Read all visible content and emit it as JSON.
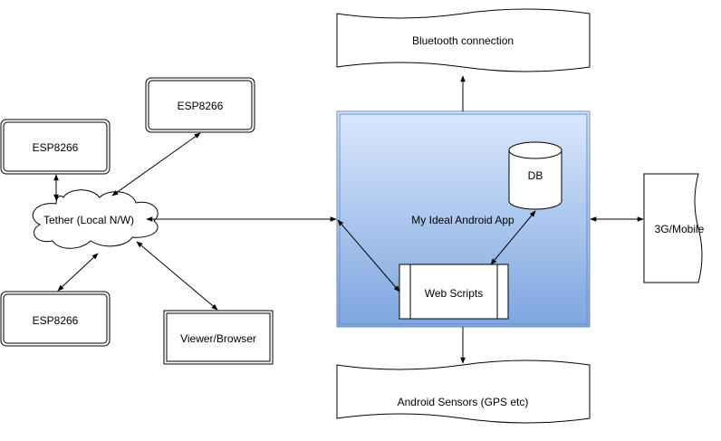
{
  "nodes": {
    "esp_top_left": "ESP8266",
    "esp_top": "ESP8266",
    "esp_bottom": "ESP8266",
    "tether": "Tether (Local N/W)",
    "viewer": "Viewer/Browser",
    "android_app": "My Ideal Android App",
    "db": "DB",
    "web_scripts": "Web Scripts",
    "bluetooth": "Bluetooth connection",
    "sensors": "Android Sensors (GPS etc)",
    "mobile": "3G/Mobile"
  },
  "colors": {
    "app_gradient_top": "#dae8fc",
    "app_gradient_bottom": "#7ea6e0",
    "app_border": "#6c8ebf",
    "stroke": "#000000"
  }
}
